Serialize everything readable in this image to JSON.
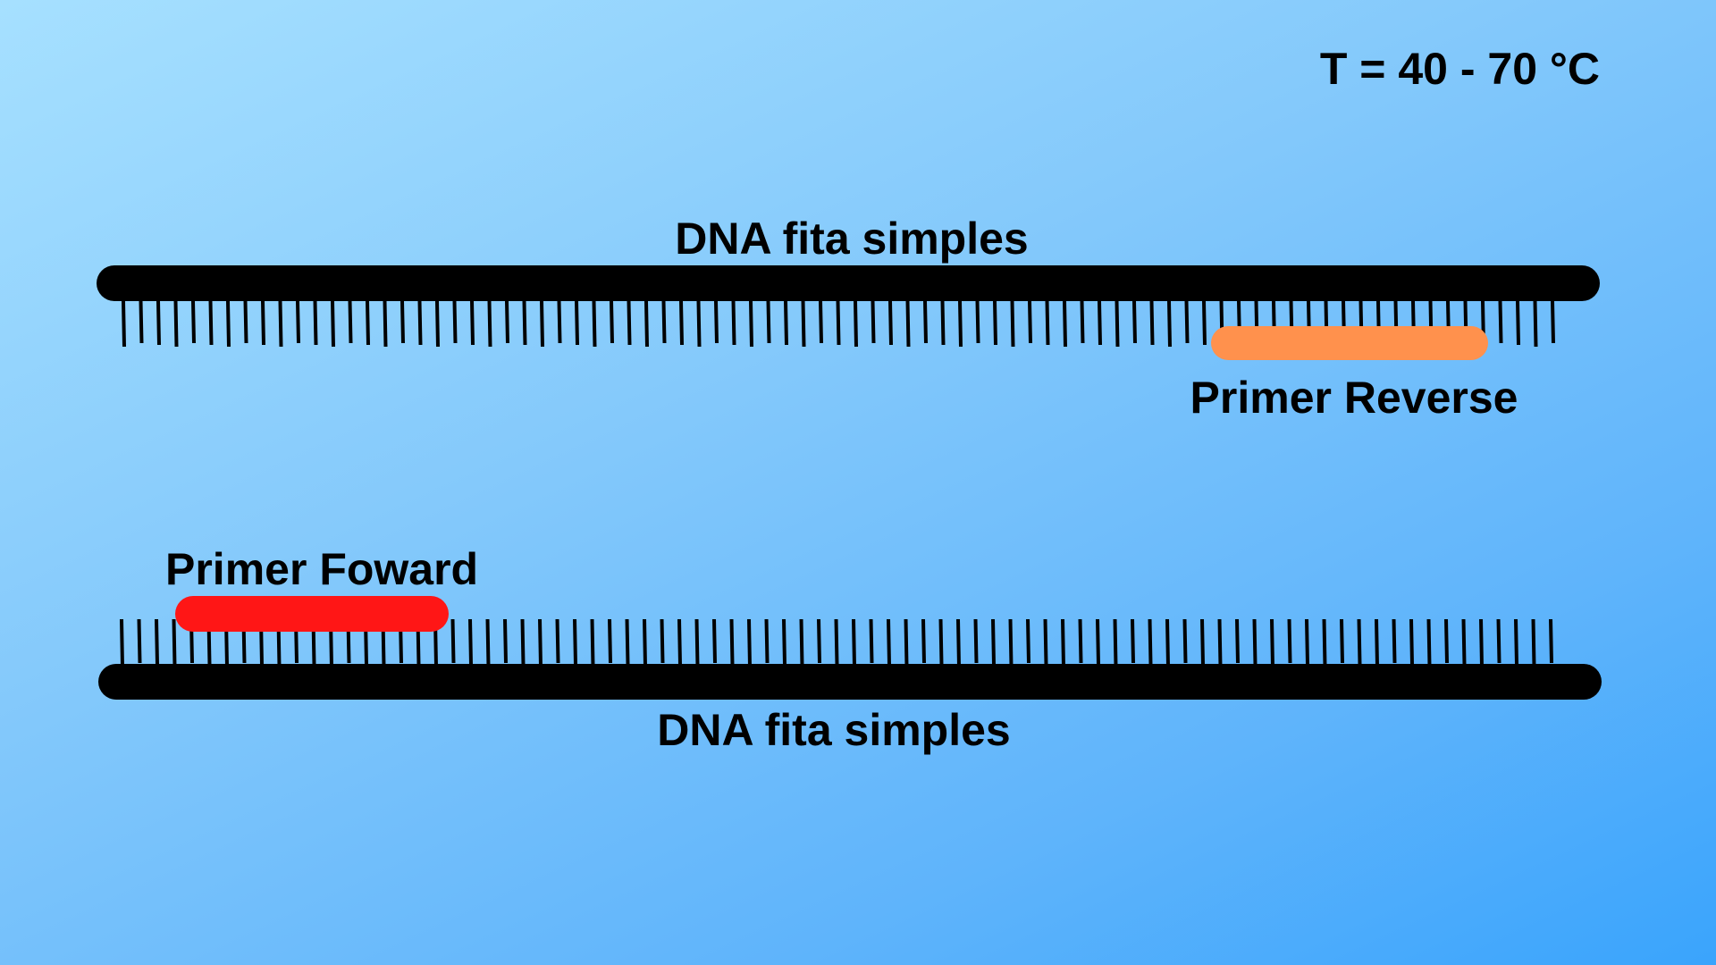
{
  "temperature": {
    "label": "T = 40 - 70 °C"
  },
  "strand_top": {
    "label": "DNA fita simples",
    "primer_label": "Primer Reverse",
    "primer_color": "#ff914d"
  },
  "strand_bottom": {
    "label": "DNA fita simples",
    "primer_label": "Primer Foward",
    "primer_color": "#ff1616"
  },
  "colors": {
    "strand": "#000000",
    "background_start": "#a6e0ff",
    "background_end": "#3aa4fc"
  }
}
